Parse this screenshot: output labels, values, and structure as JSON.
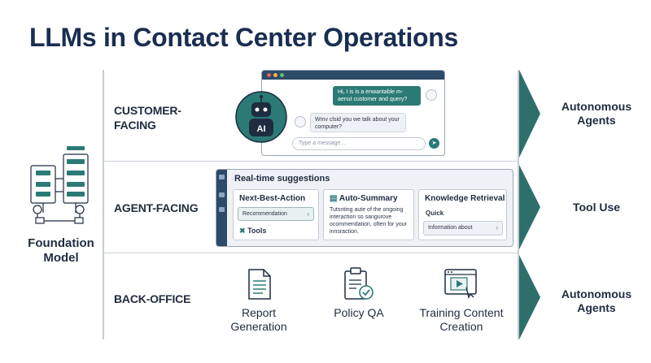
{
  "title": "LLMs in Contact Center Operations",
  "foundation": {
    "label": "Foundation Model",
    "icon": "neural-network-icon"
  },
  "rows": [
    {
      "label": "CUSTOMER-FACING",
      "right": "Autonomous Agents"
    },
    {
      "label": "AGENT-FACING",
      "right": "Tool Use"
    },
    {
      "label": "BACK-OFFICE",
      "right": "Autonomous Agents"
    }
  ],
  "chat": {
    "robot_label": "AI",
    "outgoing": "Hi, I is is a enwantable m-aenut customer and query?",
    "incoming": "Wmv clsid you we talk about your computer?",
    "input_placeholder": "Type a message...",
    "send_icon": "send-icon"
  },
  "agent_panel": {
    "title": "Real-time suggestions",
    "cards": [
      {
        "title": "Next-Best-Action",
        "pill": "Recommendation",
        "footer": "Tools"
      },
      {
        "title": "Auto-Summary",
        "body": "Tutsnting aute of the ongoing interaction so sangurove ocommendation, often for your innsraction."
      },
      {
        "title": "Knowledge Retrieval",
        "sub": "Quick",
        "pill": "Information about"
      }
    ]
  },
  "back_office": [
    {
      "label": "Report Generation",
      "icon": "document-icon"
    },
    {
      "label": "Policy QA",
      "icon": "clipboard-check-icon"
    },
    {
      "label": "Training Content Creation",
      "icon": "video-player-icon"
    }
  ],
  "colors": {
    "navy": "#1a2e52",
    "teal": "#2b7a75",
    "window_bar": "#2d4a68",
    "divider": "#c9d0da"
  }
}
